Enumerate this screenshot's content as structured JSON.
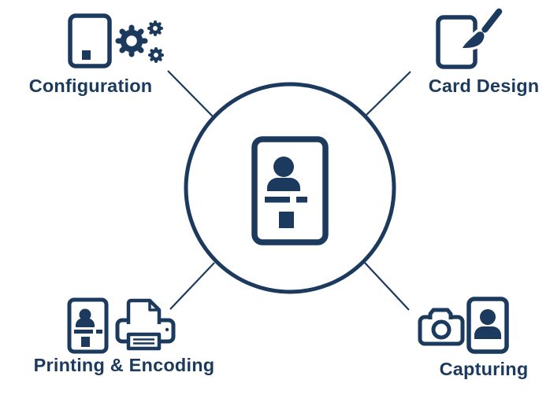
{
  "colors": {
    "accent": "#1b3a5e",
    "background": "#ffffff"
  },
  "diagram": {
    "type": "hub-and-spoke",
    "center": {
      "icon": "id-card"
    },
    "nodes": [
      {
        "label": "Configuration",
        "position": "top-left",
        "icons": [
          "blank-card",
          "gears"
        ]
      },
      {
        "label": "Card Design",
        "position": "top-right",
        "icons": [
          "card",
          "paintbrush"
        ]
      },
      {
        "label": "Printing & Encoding",
        "position": "bottom-left",
        "icons": [
          "id-card",
          "printer"
        ]
      },
      {
        "label": "Capturing",
        "position": "bottom-right",
        "icons": [
          "camera",
          "photo-card"
        ]
      }
    ]
  }
}
